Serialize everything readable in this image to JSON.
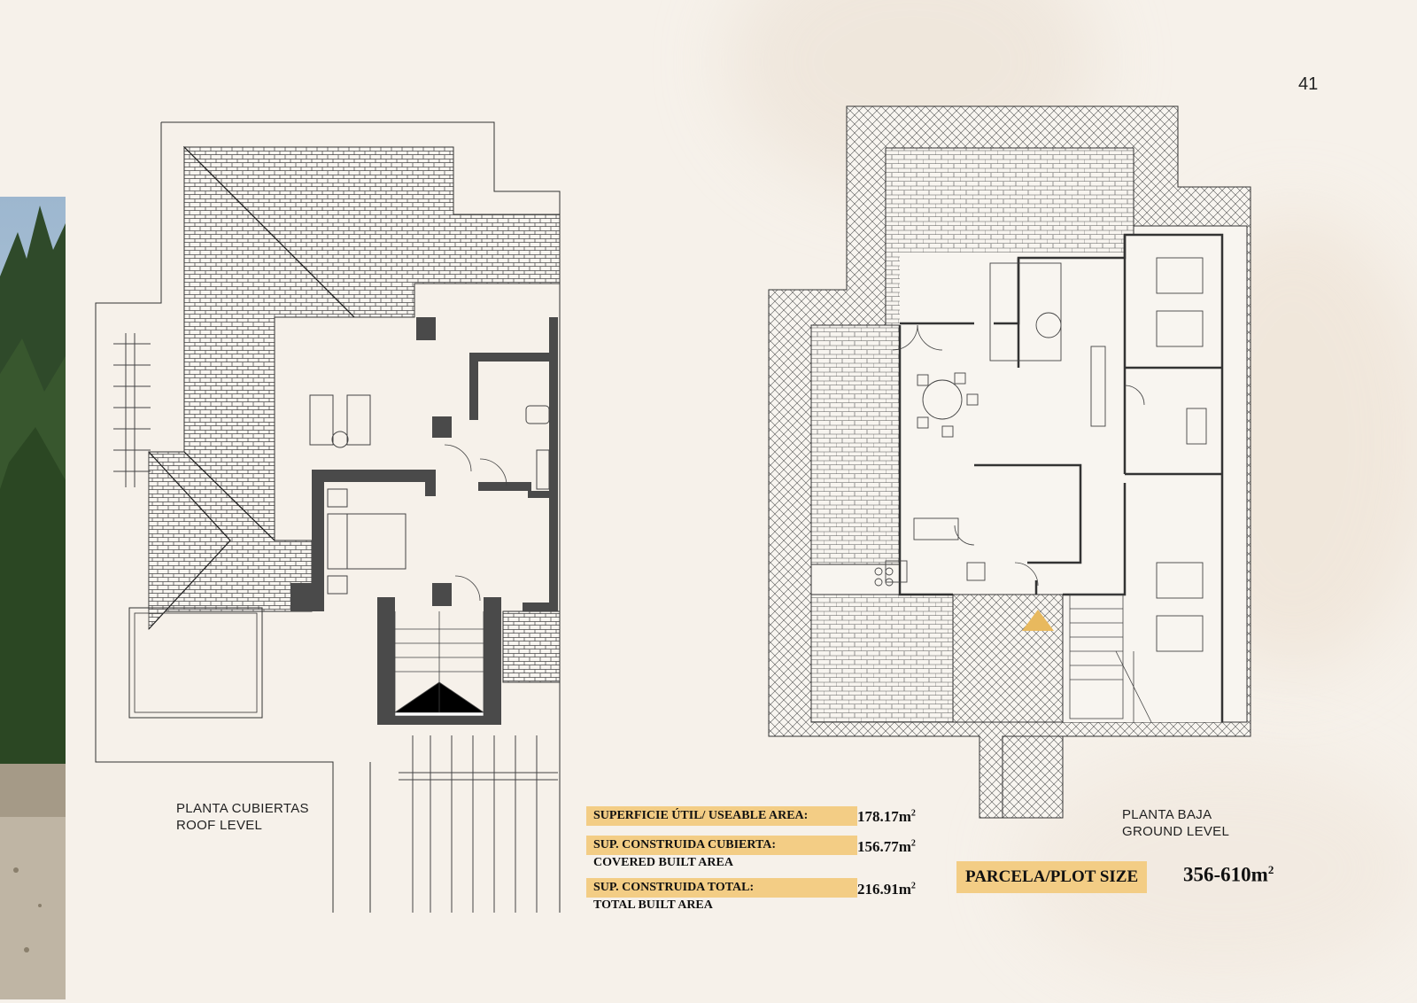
{
  "page_number": "41",
  "roof_plan": {
    "label_es": "PLANTA CUBIERTAS",
    "label_en": "ROOF LEVEL"
  },
  "ground_plan": {
    "label_es": "PLANTA BAJA",
    "label_en": "GROUND LEVEL"
  },
  "areas": {
    "useable_label": "SUPERFICIE ÚTIL/ USEABLE AREA:",
    "useable_value": "178.17m",
    "covered_label": "SUP. CONSTRUIDA CUBIERTA:",
    "covered_sub": "COVERED BUILT AREA",
    "covered_value": "156.77m",
    "total_label": "SUP. CONSTRUIDA TOTAL:",
    "total_sub": "TOTAL BUILT AREA",
    "total_value": "216.91m",
    "unit_sup": "2"
  },
  "plot": {
    "label": "PARCELA/PLOT SIZE",
    "value": "356-610m",
    "unit_sup": "2"
  },
  "colors": {
    "accent": "#f3cd85",
    "wall": "#4a4a4a",
    "line": "#333333",
    "background": "#f6f1ea"
  }
}
